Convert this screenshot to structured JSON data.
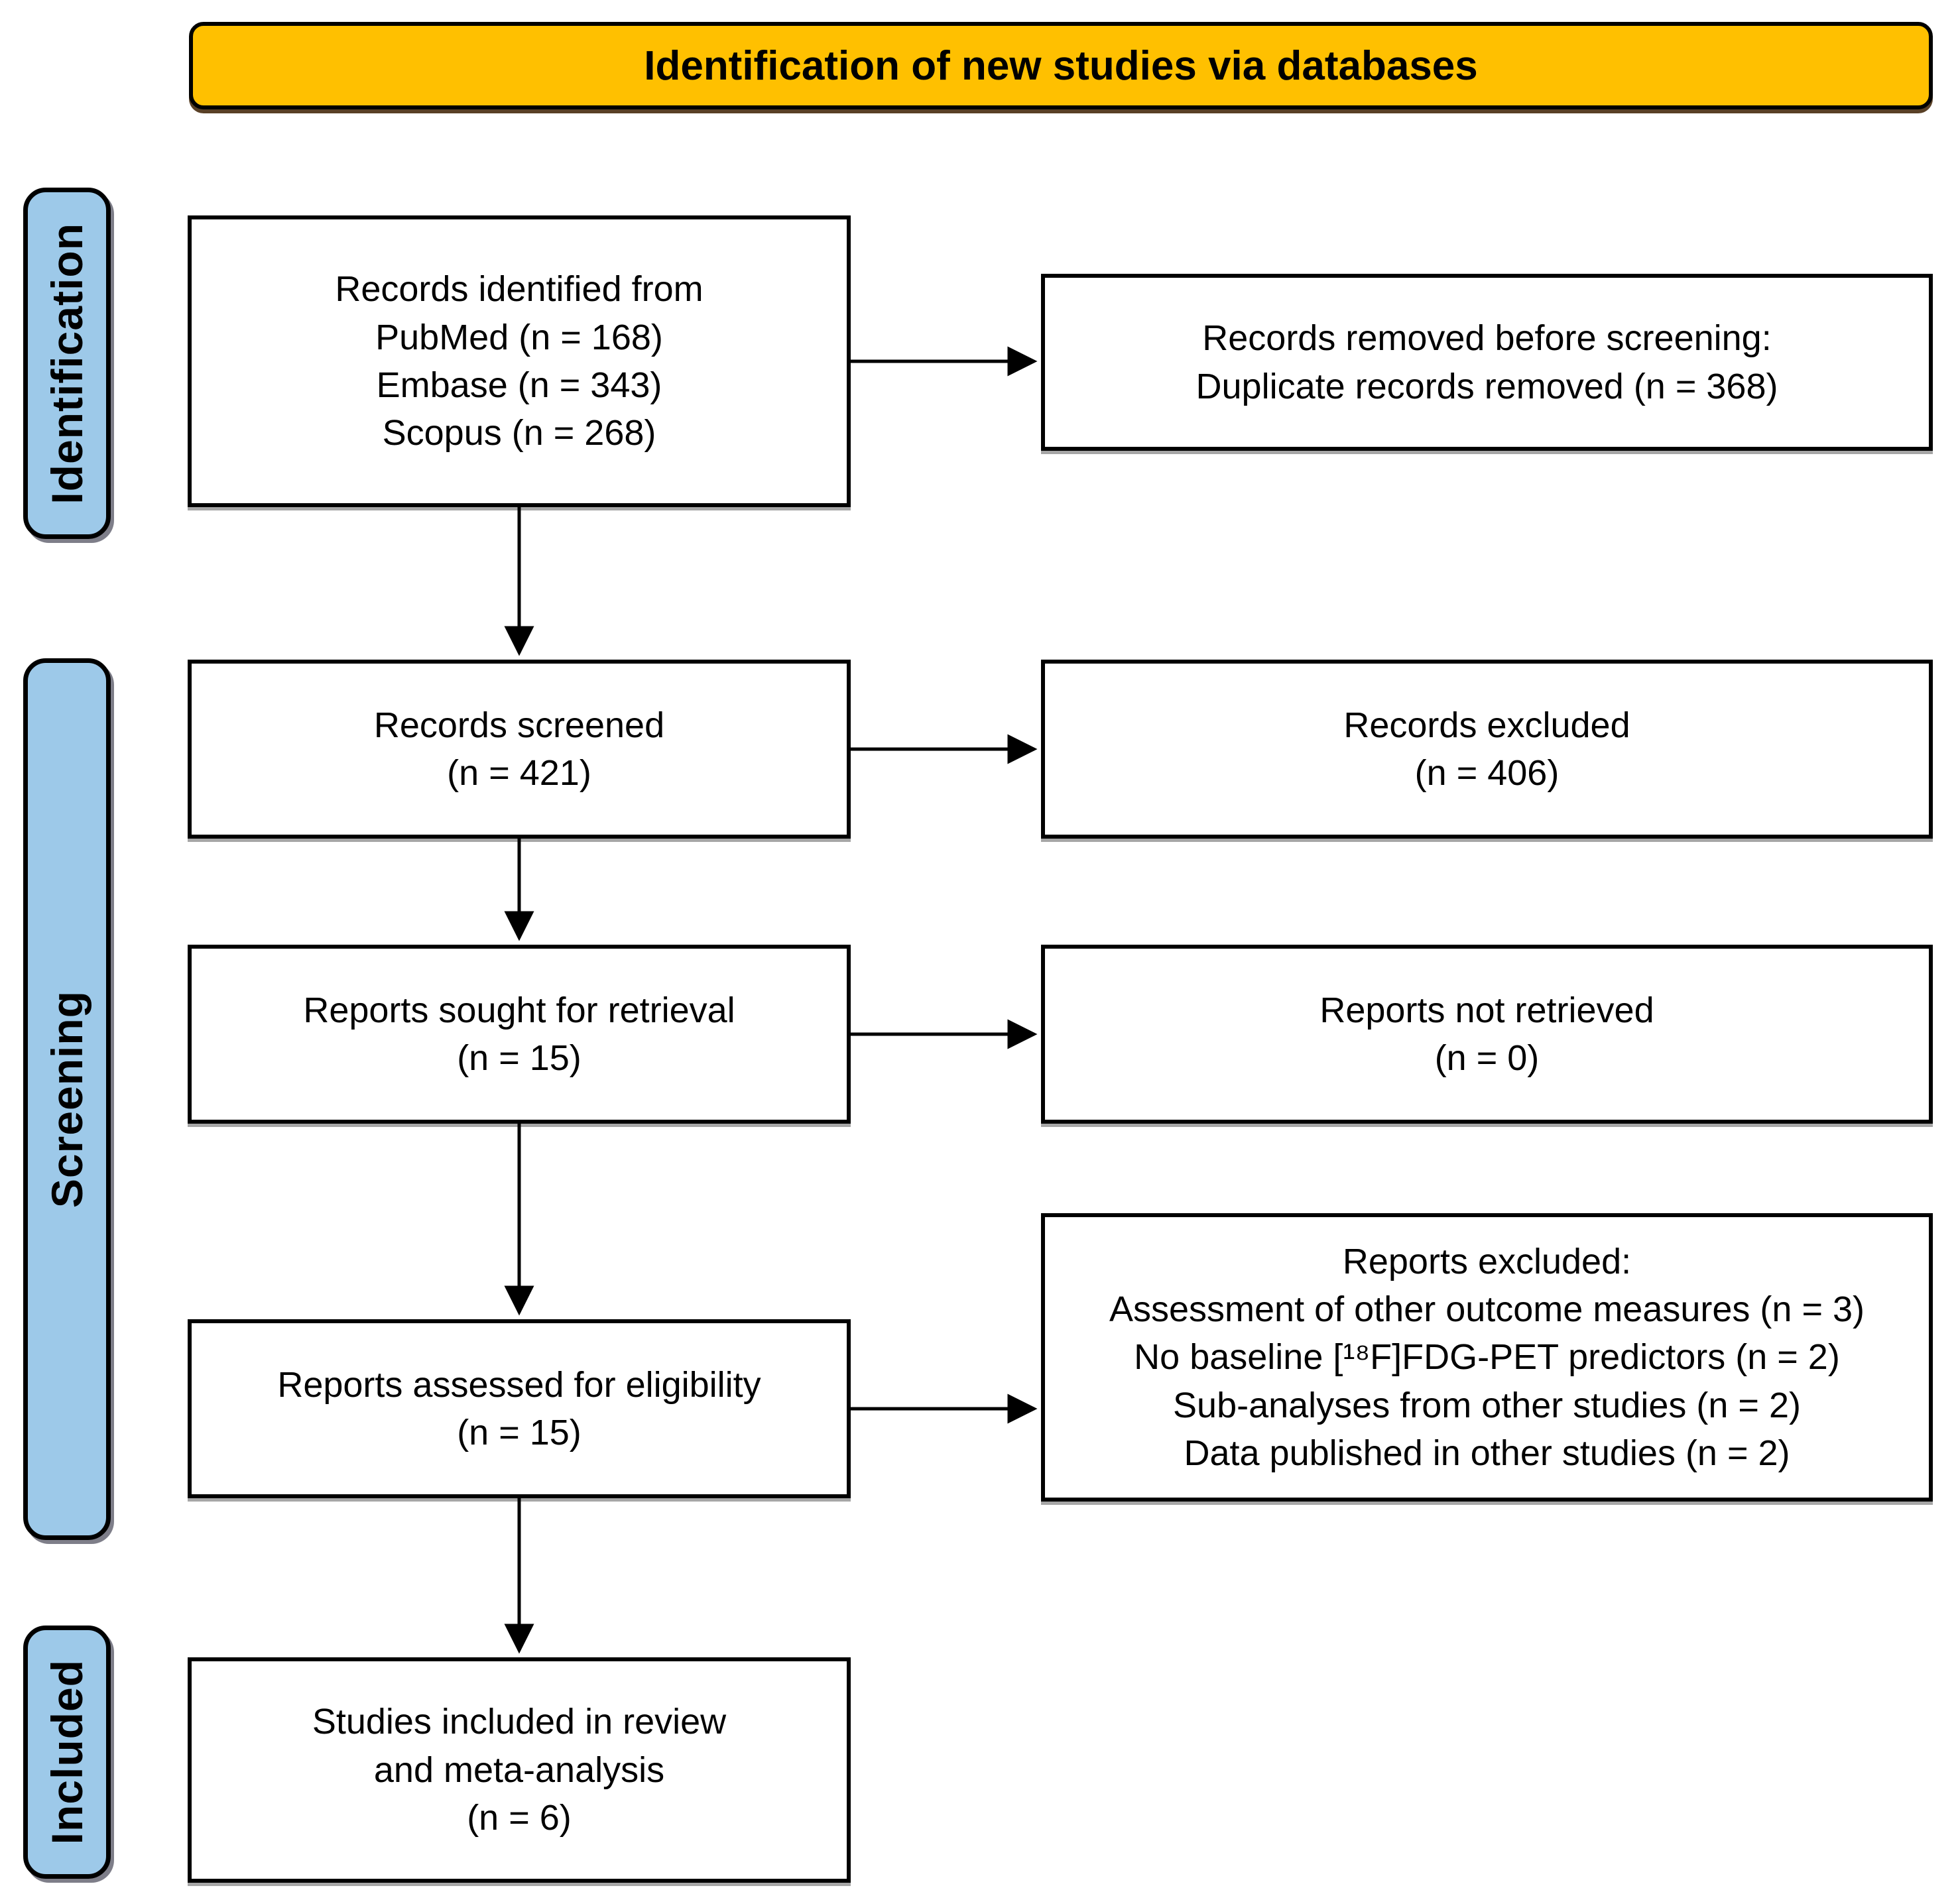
{
  "banner": {
    "title": "Identification of new studies via databases"
  },
  "stages": {
    "identification": "Identification",
    "screening": "Screening",
    "included": "Included"
  },
  "boxes": {
    "records_identified": "Records identified from\nPubMed (n = 168)\nEmbase (n = 343)\nScopus (n = 268)",
    "records_removed": "Records removed before screening:\nDuplicate records removed (n = 368)",
    "records_screened": "Records screened\n(n = 421)",
    "records_excluded": "Records excluded\n(n = 406)",
    "reports_sought": "Reports sought for retrieval\n(n = 15)",
    "reports_not_retrieved": "Reports not retrieved\n(n = 0)",
    "reports_assessed": "Reports assessed for eligibility\n(n = 15)",
    "reports_excluded": "Reports excluded:\nAssessment of other outcome measures (n = 3)\nNo baseline [¹⁸F]FDG-PET predictors (n = 2)\nSub-analyses from other studies (n = 2)\nData published in other studies (n = 2)",
    "studies_included": "Studies included in review\nand meta-analysis\n(n = 6)"
  },
  "counts": {
    "pubmed": 168,
    "embase": 343,
    "scopus": 268,
    "duplicates_removed": 368,
    "records_screened": 421,
    "records_excluded": 406,
    "reports_sought": 15,
    "reports_not_retrieved": 0,
    "reports_assessed": 15,
    "excluded_other_outcomes": 3,
    "excluded_no_baseline_fdg_pet": 2,
    "excluded_sub_analyses": 2,
    "excluded_data_published_elsewhere": 2,
    "studies_included": 6
  },
  "colors": {
    "banner_bg": "#FFC000",
    "stage_bg": "#9DC9E9",
    "border": "#000000",
    "box_bg": "#FFFFFF"
  }
}
